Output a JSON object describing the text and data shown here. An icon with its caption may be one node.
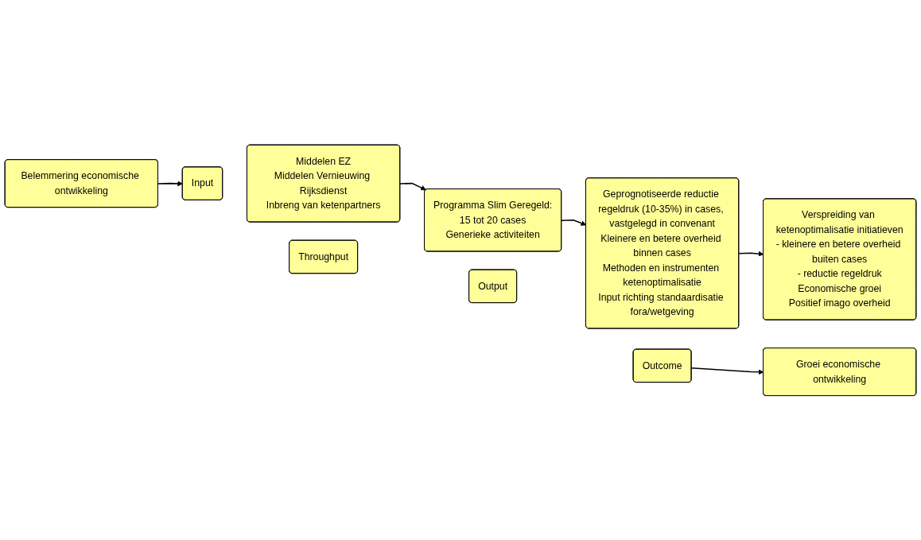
{
  "diagram": {
    "nodes": [
      {
        "text": [
          "Belemmering economische ontwikkeling"
        ]
      },
      {
        "text": [
          "Input"
        ]
      },
      {
        "text": [
          "Middelen EZ",
          "Middelen Vernieuwing Rijksdienst",
          "Inbreng van ketenpartners"
        ]
      },
      {
        "text": [
          "Throughput"
        ]
      },
      {
        "text": [
          "Programma Slim Geregeld:",
          "15 tot 20 cases",
          "Generieke activiteiten"
        ]
      },
      {
        "text": [
          "Output"
        ]
      },
      {
        "text": [
          "Geprognotiseerde reductie regeldruk (10-35%) in cases, vastgelegd in convenant",
          "Kleinere en betere overheid binnen cases",
          "Methoden en instrumenten ketenoptimalisatie",
          "Input richting standaardisatie fora/wetgeving"
        ]
      },
      {
        "text": [
          "Outcome"
        ]
      },
      {
        "text": [
          "Verspreiding van ketenoptimalisatie initiatieven",
          "- kleinere en betere overheid buiten cases",
          "- reductie regeldruk",
          "Economische groei",
          "Positief imago overheid"
        ]
      },
      {
        "text": [
          "Groei economische ontwikkeling"
        ]
      }
    ],
    "edges": [
      {
        "from": 0,
        "to": 1,
        "arrow": "to"
      },
      {
        "from": 2,
        "to": 4,
        "arrow": "to"
      },
      {
        "from": 4,
        "to": 6,
        "arrow": "to"
      },
      {
        "from": 6,
        "to": 8,
        "arrow": "to"
      },
      {
        "from": 7,
        "to": 9,
        "arrow": "to"
      }
    ]
  }
}
